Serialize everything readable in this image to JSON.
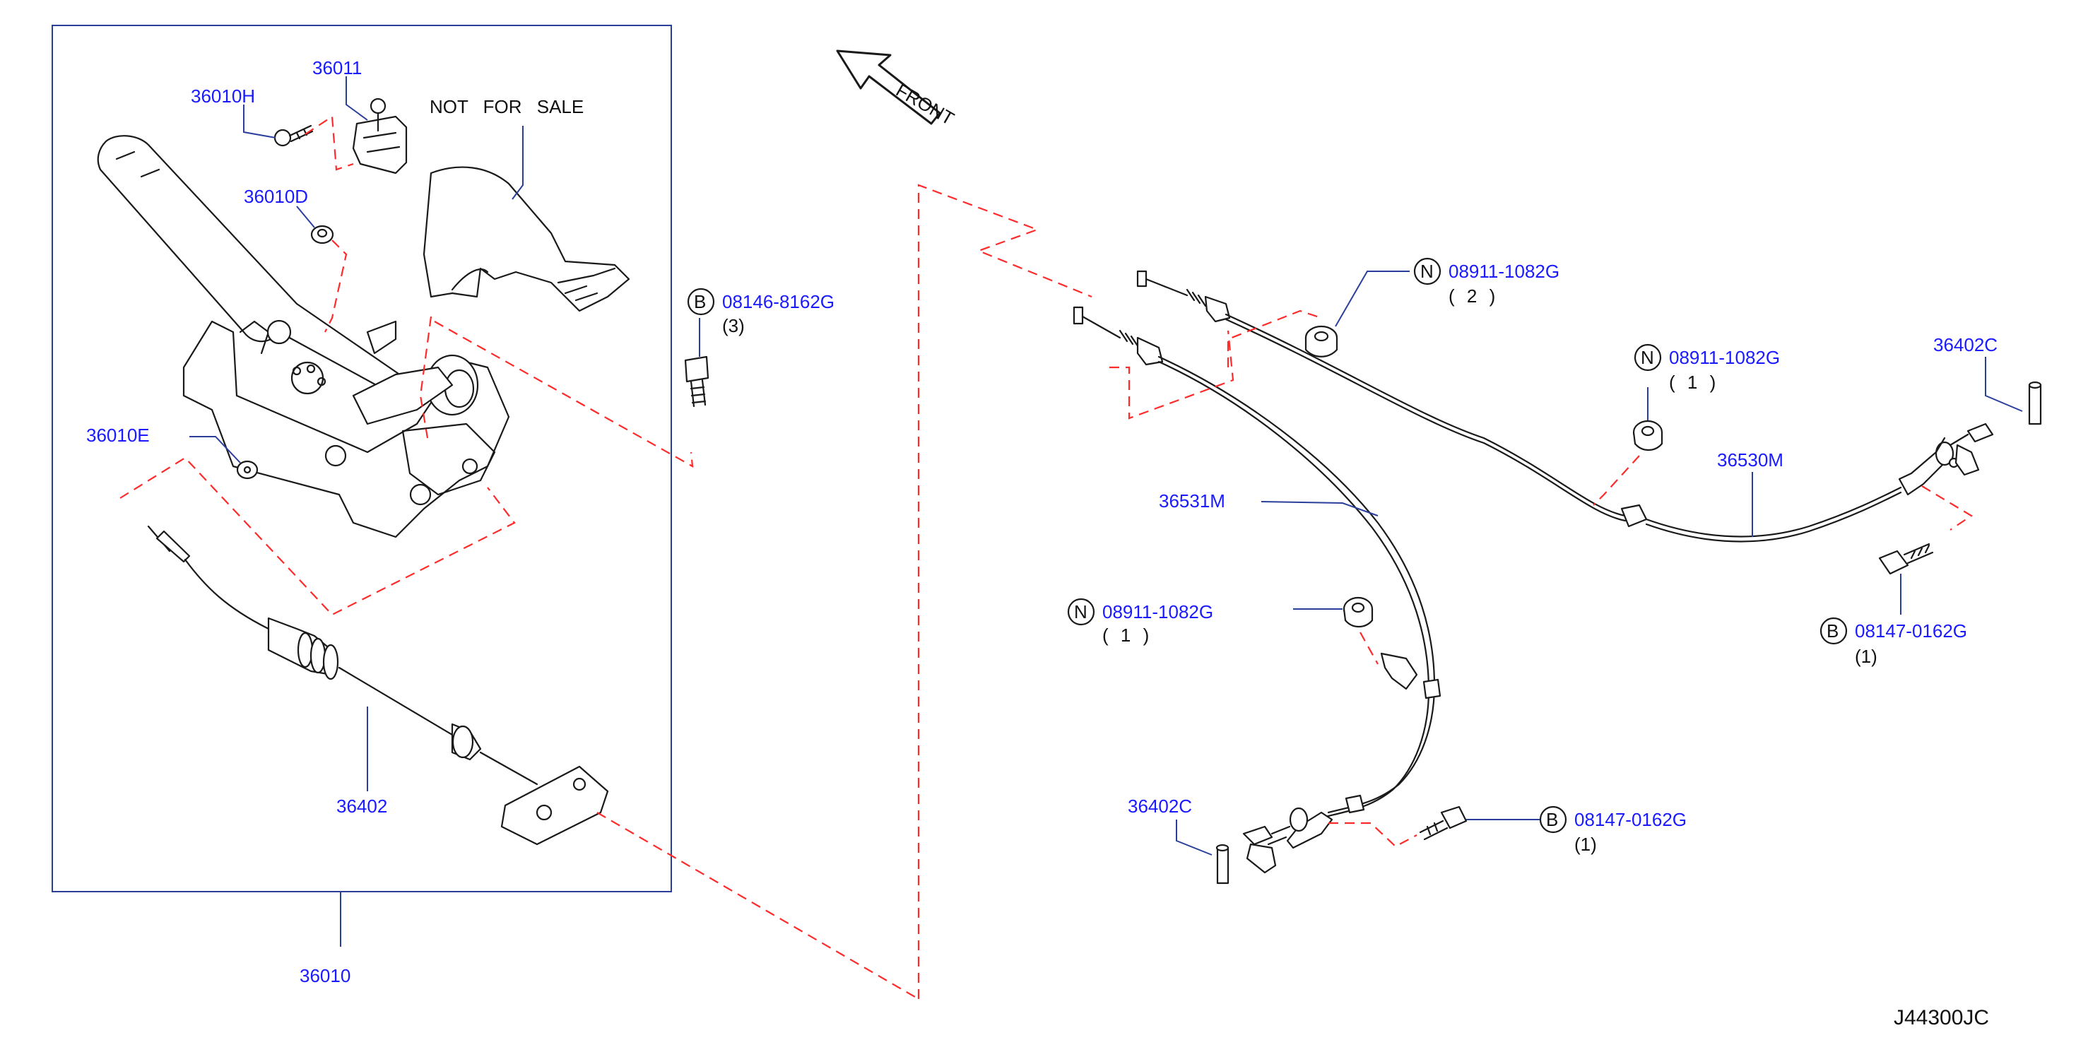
{
  "diagram": {
    "code": "J44300JC",
    "front_label": "FRONT",
    "not_for_sale": "NOT FOR SALE",
    "parts": {
      "p36010": "36010",
      "p36010H": "36010H",
      "p36011": "36011",
      "p36010D": "36010D",
      "p36010E": "36010E",
      "p36402": "36402",
      "p36531M": "36531M",
      "p36530M": "36530M",
      "p36402C_top": "36402C",
      "p36402C_bottom": "36402C"
    },
    "fasteners": {
      "bolt_top": {
        "marker": "B",
        "number": "08146-8162G",
        "qty": "(3)"
      },
      "nut_top": {
        "marker": "N",
        "number": "08911-1082G",
        "qty": "( 2 )"
      },
      "nut_right": {
        "marker": "N",
        "number": "08911-1082G",
        "qty": "( 1 )"
      },
      "nut_mid": {
        "marker": "N",
        "number": "08911-1082G",
        "qty": "( 1 )"
      },
      "bolt_right": {
        "marker": "B",
        "number": "08147-0162G",
        "qty": "(1)"
      },
      "bolt_bottom": {
        "marker": "B",
        "number": "08147-0162G",
        "qty": "(1)"
      }
    },
    "colors": {
      "part_number": "#1a1aff",
      "leader_line": "#2a3f9c",
      "dashed_guide": "#ff2a2a",
      "drawing": "#1a1a1a"
    }
  }
}
